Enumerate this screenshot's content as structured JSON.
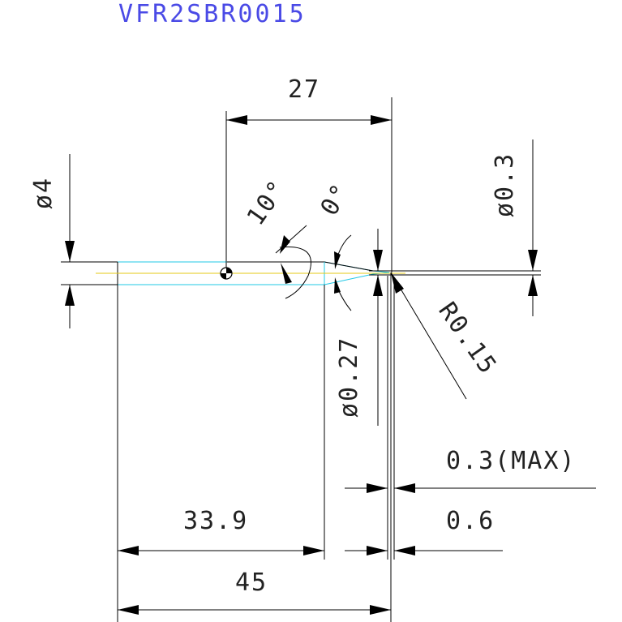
{
  "drawing": {
    "part_number": "VFR2SBR0015",
    "colors": {
      "title": "#4a4ae6",
      "outline": "#000000",
      "tool_body": "#22c8e6",
      "center_line": "#e6c814"
    },
    "dimensions": {
      "shank_diameter": "ø4",
      "gauge_to_tip": "27",
      "taper_angle": "10°",
      "tip_angle": "0°",
      "tip_diameter": "ø0.3",
      "neck_diameter": "ø0.27",
      "corner_radius": "R0.15",
      "max_offset": "0.3(MAX)",
      "effective_length": "0.6",
      "shank_length": "33.9",
      "overall_length": "45"
    }
  }
}
